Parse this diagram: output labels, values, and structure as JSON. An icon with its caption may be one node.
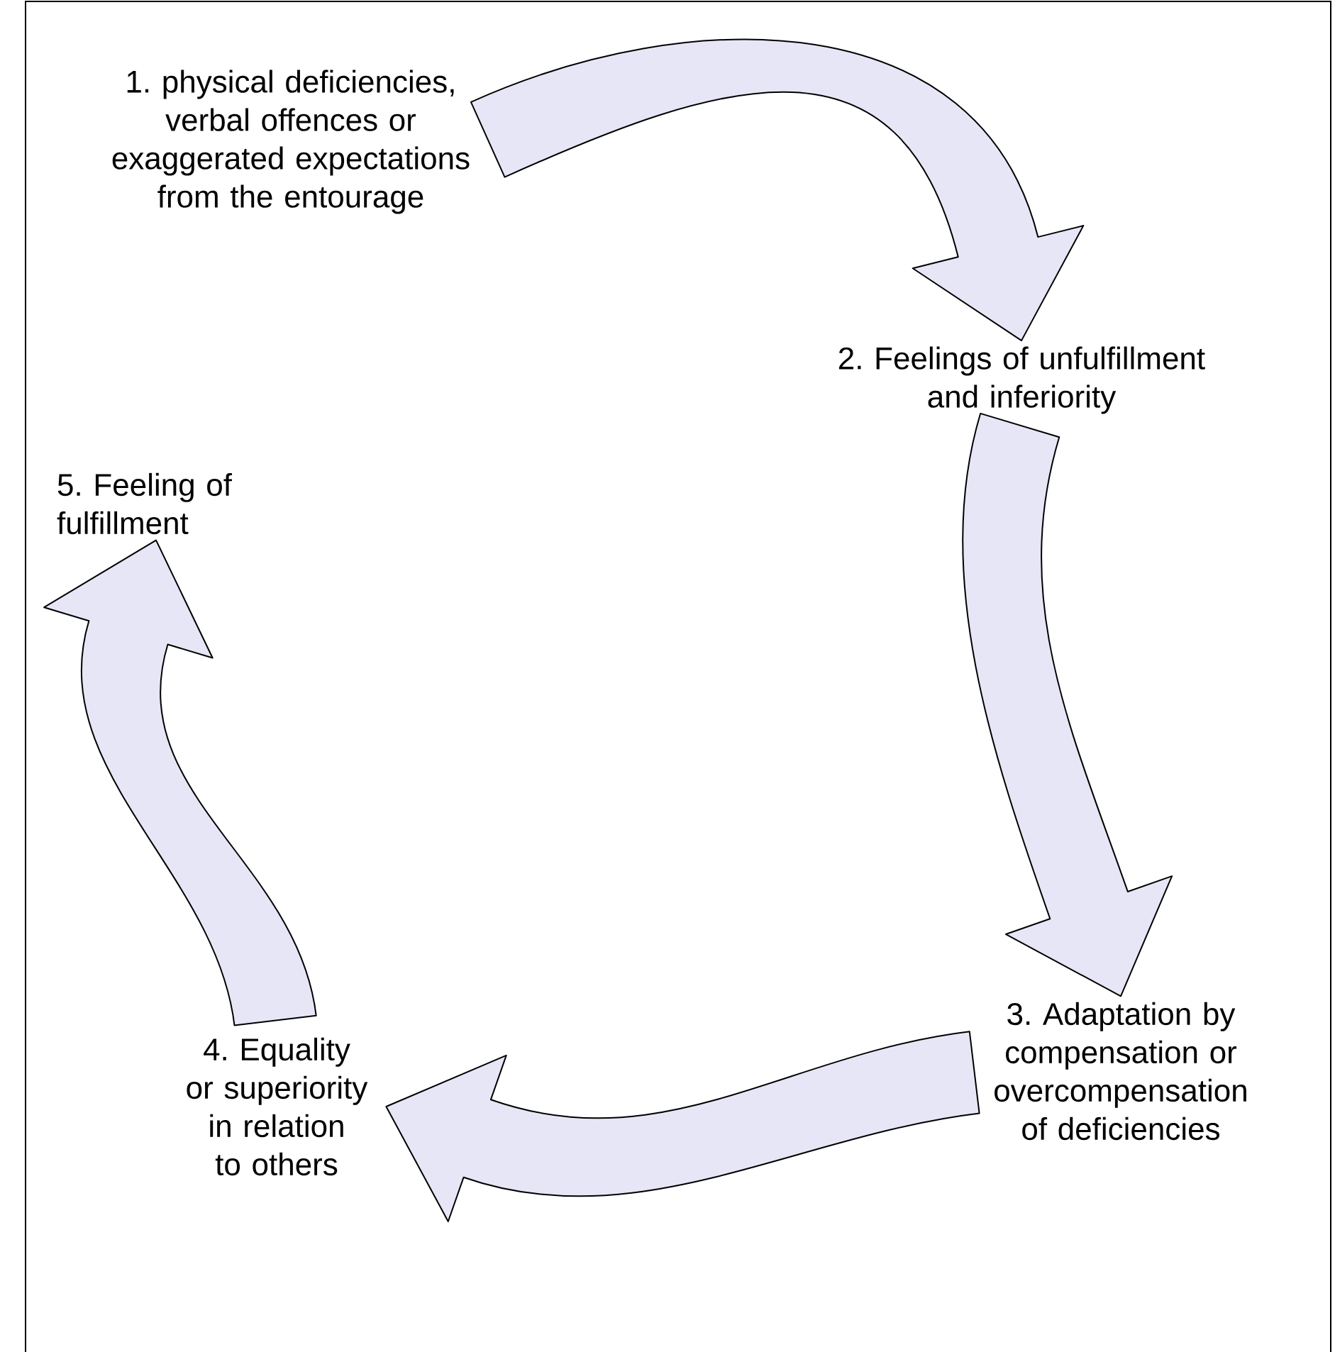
{
  "diagram": {
    "nodes": [
      {
        "text": [
          "1. physical deficiencies, verbal offences or exaggerated expectations from the entourage"
        ]
      },
      {
        "text": [
          "2. Feelings of unfulfillment and inferiority"
        ]
      },
      {
        "text": [
          "3. Adaptation by compensation or overcompensation of deficiencies"
        ]
      },
      {
        "text": [
          "4. Equality or superiority in relation to others"
        ]
      },
      {
        "text": [
          "5. Feeling of fulfillment"
        ]
      }
    ],
    "edges": [
      {
        "from": 0,
        "to": 1,
        "arrow": "to"
      },
      {
        "from": 1,
        "to": 2,
        "arrow": "to"
      },
      {
        "from": 2,
        "to": 3,
        "arrow": "to"
      },
      {
        "from": 3,
        "to": 4,
        "arrow": "to"
      }
    ]
  }
}
